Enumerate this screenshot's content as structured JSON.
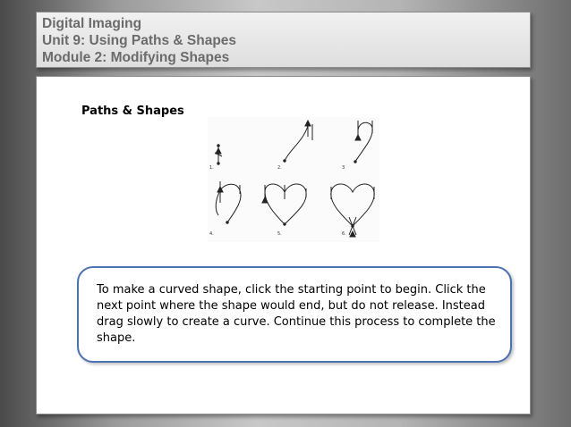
{
  "header": {
    "line1": "Digital Imaging",
    "line2": "Unit 9: Using Paths & Shapes",
    "line3": "Module 2: Modifying Shapes"
  },
  "content": {
    "heading": "Paths & Shapes",
    "figure": {
      "steps": [
        {
          "label": "1."
        },
        {
          "label": "2."
        },
        {
          "label": "3"
        },
        {
          "label": "4."
        },
        {
          "label": "5."
        },
        {
          "label": "6."
        }
      ]
    },
    "callout_text": "To make a curved shape, click the starting point to begin. Click the next point where the shape would end, but do not release. Instead drag slowly to create a curve. Continue this process to complete the shape."
  },
  "colors": {
    "title_text": "#6b6b6b",
    "callout_border": "#4a72b4",
    "panel_bg": "#ffffff"
  }
}
